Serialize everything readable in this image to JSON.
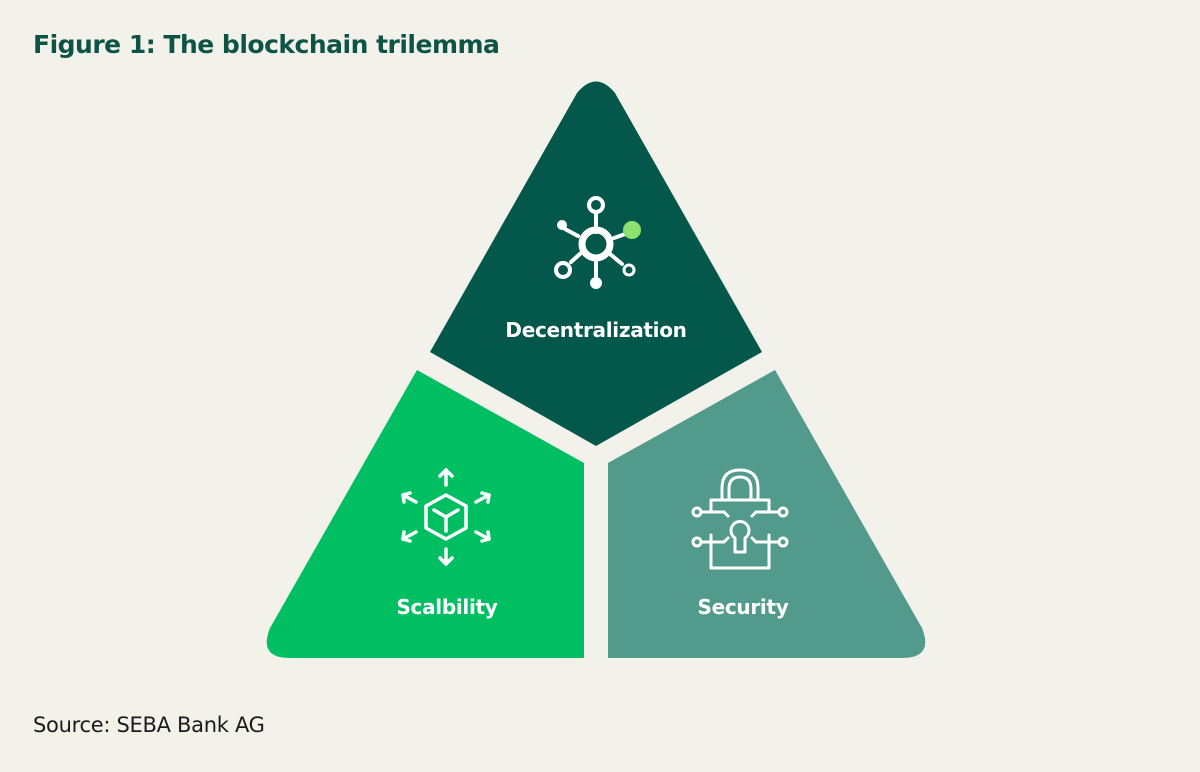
{
  "figure": {
    "title": "Figure 1: The blockchain trilemma",
    "source": "Source: SEBA Bank AG"
  },
  "segments": [
    {
      "id": "top",
      "label": "Decentralization",
      "icon": "network-nodes-icon",
      "color": "#03574b",
      "accent": "#8ee06e"
    },
    {
      "id": "left",
      "label": "Scalbility",
      "icon": "cube-expand-arrows-icon",
      "color": "#00bf63"
    },
    {
      "id": "right",
      "label": "Security",
      "icon": "circuit-padlock-icon",
      "color": "#529a8b"
    }
  ]
}
